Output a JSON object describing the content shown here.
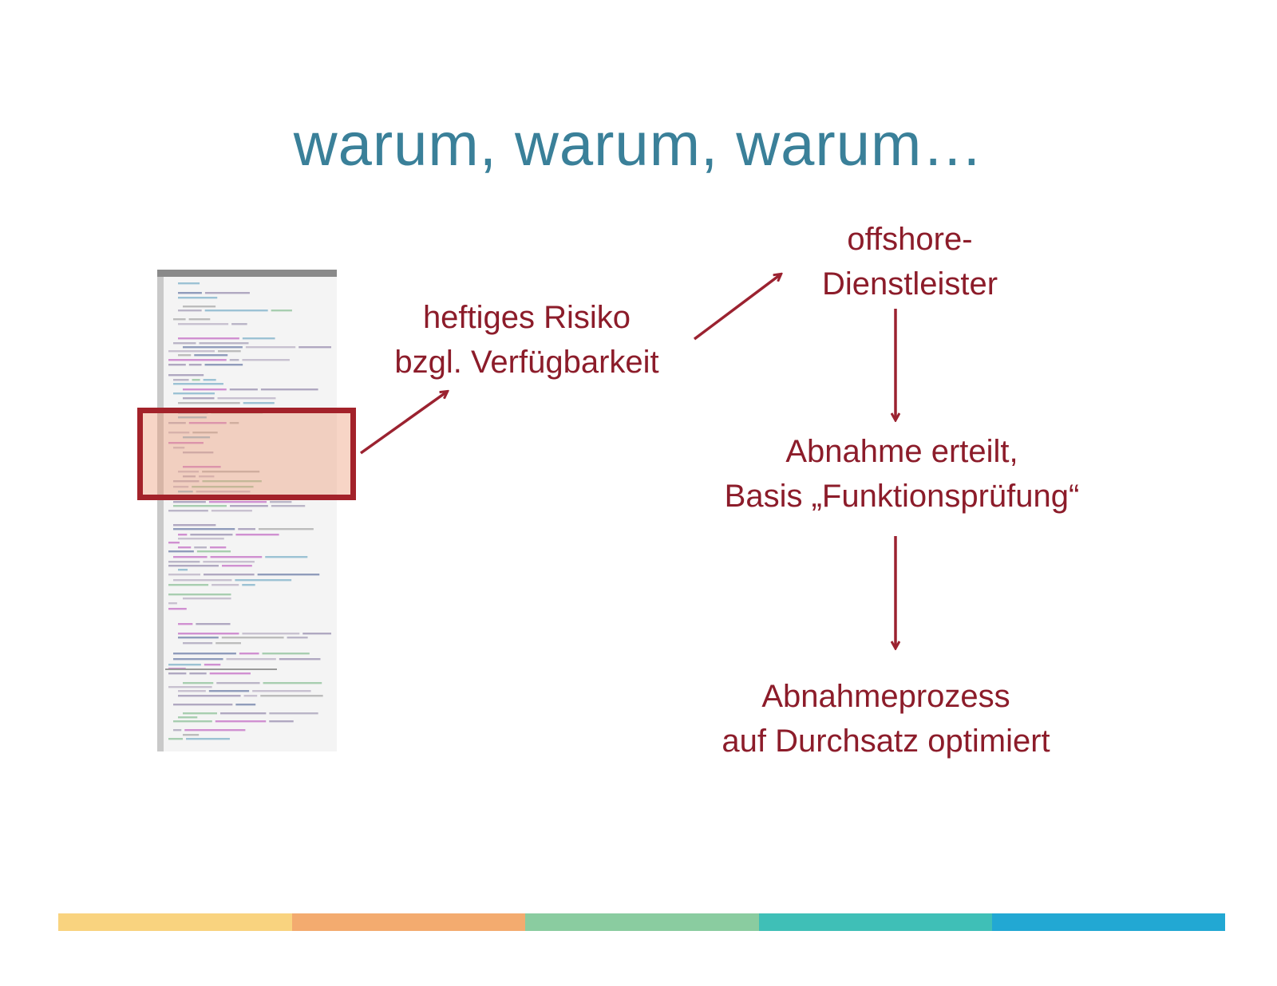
{
  "slide": {
    "title": "warum, warum, warum…",
    "risk_label": [
      "heftiges Risiko",
      "bzgl. Verfügbarkeit"
    ],
    "offshore_label": [
      "offshore-",
      "Dienstleister"
    ],
    "acceptance_label": [
      "Abnahme erteilt,",
      "Basis „Funktionsprüfung“"
    ],
    "process_label": [
      "Abnahmeprozess",
      "auf Durchsatz optimiert"
    ]
  },
  "colors": {
    "title": "#3a8099",
    "label": "#8c1c2a",
    "arrow": "#9b2230",
    "highlight_border": "#a3222a",
    "bar_segments": [
      "#f9d37f",
      "#f3ab6f",
      "#8acca0",
      "#3fbfb7",
      "#22a8d3"
    ]
  }
}
